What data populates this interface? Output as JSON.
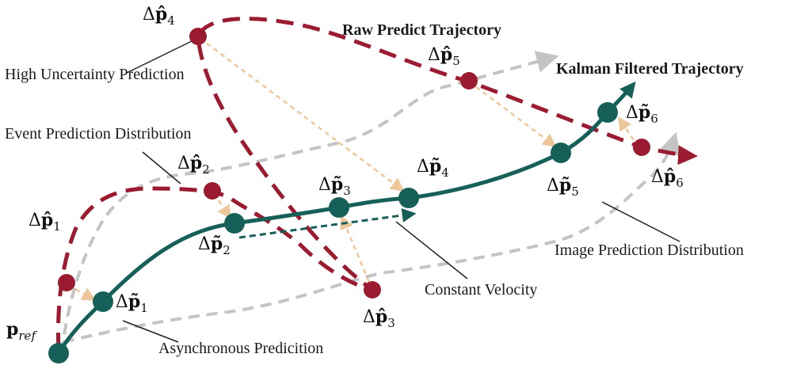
{
  "labels": {
    "raw_trajectory": "Raw Predict Trajectory",
    "kalman_trajectory": "Kalman Filtered Trajectory",
    "high_uncertainty": "High Uncertainty Prediction",
    "event_distribution": "Event Prediction Distribution",
    "image_distribution": "Image Prediction Distribution",
    "constant_velocity": "Constant Velocity",
    "asynchronous": "Asynchronous Predicition"
  },
  "math": {
    "delta": "Δ",
    "p_hat": "p̂",
    "p_tilde": "p̃",
    "p_ref_base": "p",
    "p_ref_sub": "ref",
    "raw_subs": [
      "1",
      "2",
      "3",
      "4",
      "5",
      "6"
    ],
    "filtered_subs": [
      "1",
      "2",
      "3",
      "4",
      "5",
      "6"
    ]
  },
  "colors": {
    "raw": "#9b1b30",
    "filtered": "#17605a",
    "distribution": "#c4c4c4",
    "correction": "#edc79b",
    "leader": "#222222"
  }
}
